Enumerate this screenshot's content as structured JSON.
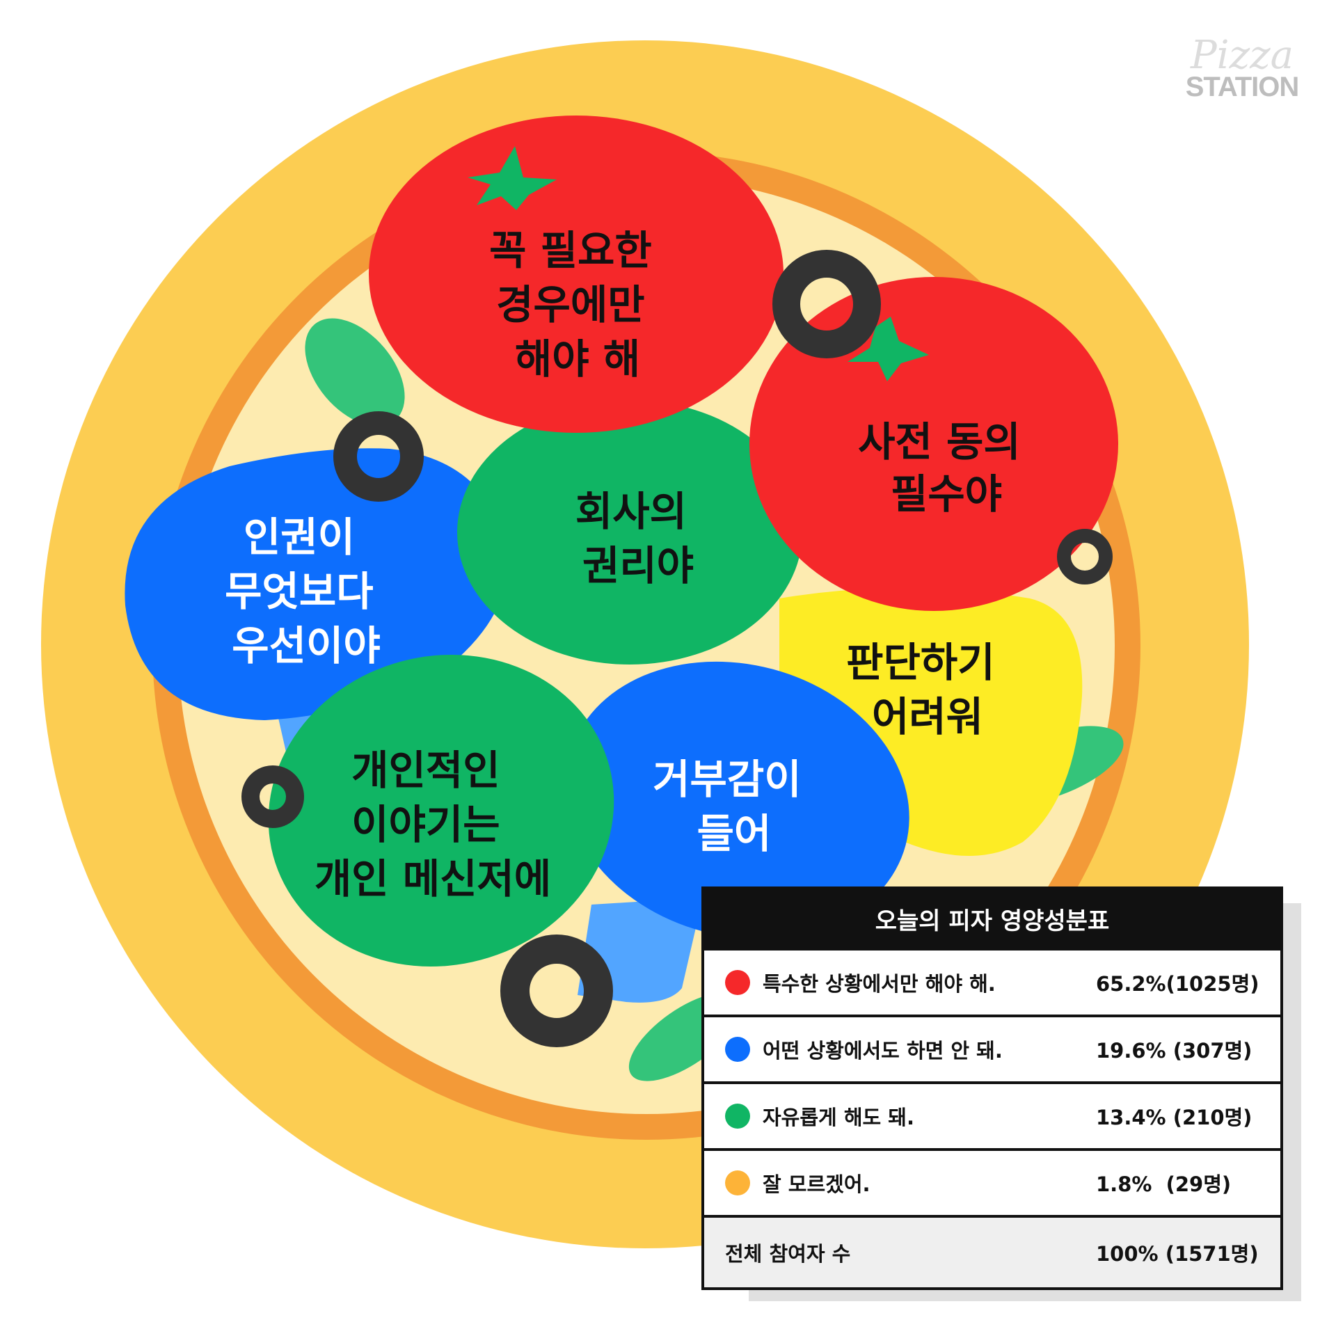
{
  "logo": {
    "line1": "Pizza",
    "line2": "STATION"
  },
  "colors": {
    "crust": "#fccd52",
    "ring": "#f39a38",
    "cheese": "#fdebb0",
    "red": "#f5282a",
    "blue": "#0d6efd",
    "green": "#10b564",
    "yellow": "#fdec25",
    "olive": "#333333",
    "orange_dot": "#fdb338"
  },
  "toppings": {
    "red_top": [
      "꼭 필요한",
      "경우에만",
      "해야 해"
    ],
    "red_right": [
      "사전 동의",
      "필수야"
    ],
    "green_mid": [
      "회사의",
      "권리야"
    ],
    "blue_left": [
      "인권이",
      "무엇보다",
      "우선이야"
    ],
    "yellow": [
      "판단하기",
      "어려워"
    ],
    "blue_bottom": [
      "거부감이",
      "들어"
    ],
    "green_bottom": [
      "개인적인",
      "이야기는",
      "개인 메신저에"
    ]
  },
  "table": {
    "title": "오늘의 피자 영양성분표",
    "rows": [
      {
        "label": "특수한 상황에서만 해야 해.",
        "value": "65.2%(1025명)",
        "color": "#f5282a"
      },
      {
        "label": "어떤 상황에서도 하면 안 돼.",
        "value": "19.6% (307명)",
        "color": "#0d6efd"
      },
      {
        "label": "자유롭게 해도 돼.",
        "value": "13.4% (210명)",
        "color": "#10b564"
      },
      {
        "label": "잘 모르겠어.",
        "value": "1.8%  (29명)",
        "color": "#fdb338"
      }
    ],
    "total": {
      "label": "전체 참여자 수",
      "value": "100% (1571명)"
    }
  }
}
